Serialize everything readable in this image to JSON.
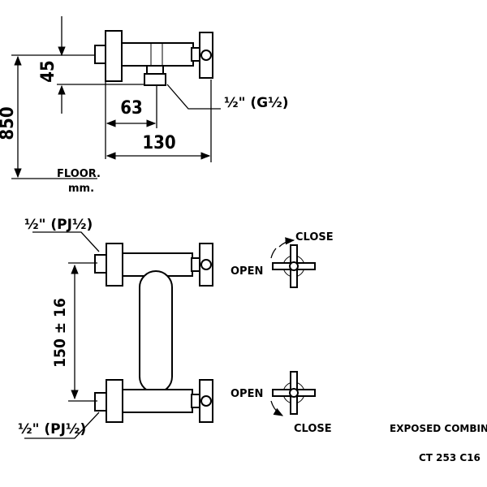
{
  "dimensions": {
    "height_total": "850",
    "offset_45": "45",
    "width_63": "63",
    "width_130": "130",
    "spacing": "150 ± 16"
  },
  "labels": {
    "floor": "FLOOR.",
    "unit": "mm.",
    "thread_top": "½\" (G½)",
    "thread_inlet_top": "½\" (PJ½)",
    "thread_inlet_bottom": "½\" (PJ½)",
    "close_top": "CLOSE",
    "open_top": "OPEN",
    "open_bottom": "OPEN",
    "close_bottom": "CLOSE"
  },
  "product": {
    "name": "EXPOSED COMBINATI",
    "code": "CT 253 C16"
  }
}
